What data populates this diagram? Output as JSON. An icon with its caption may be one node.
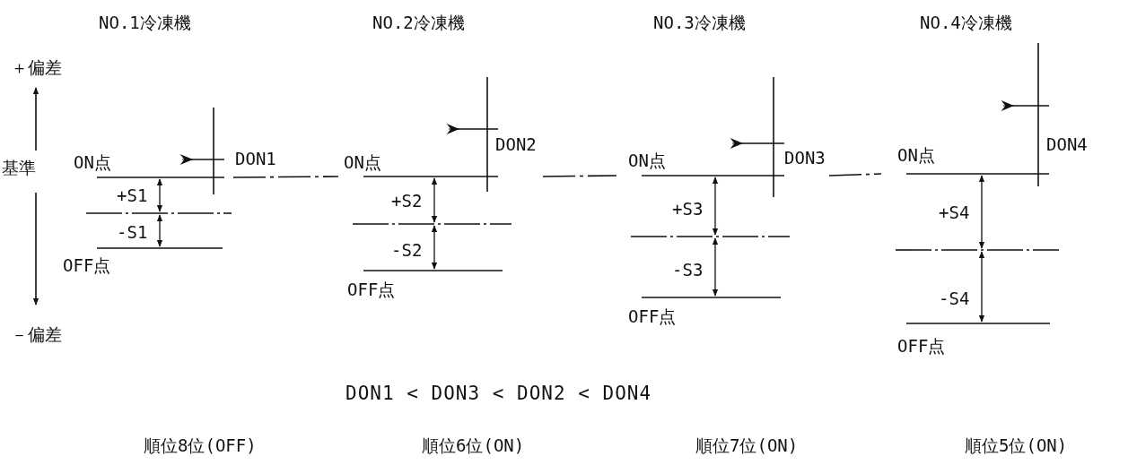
{
  "diagram": {
    "labels": [
      "NO.1冷凍機",
      "NO.2冷凍機",
      "NO.3冷凍機",
      "NO.4冷凍機",
      "＋偏差",
      "基準",
      "－偏差",
      "ON点",
      "DON1",
      "+S1",
      "-S1",
      "OFF点",
      "ON点",
      "DON2",
      "+S2",
      "-S2",
      "OFF点",
      "ON点",
      "DON3",
      "+S3",
      "-S3",
      "OFF点",
      "ON点",
      "DON4",
      "+S4",
      "-S4",
      "OFF点",
      "DON1 < DON3 < DON2 < DON4",
      "順位8位(OFF)",
      "順位6位(ON)",
      "順位7位(ON)",
      "順位5位(ON)"
    ]
  }
}
